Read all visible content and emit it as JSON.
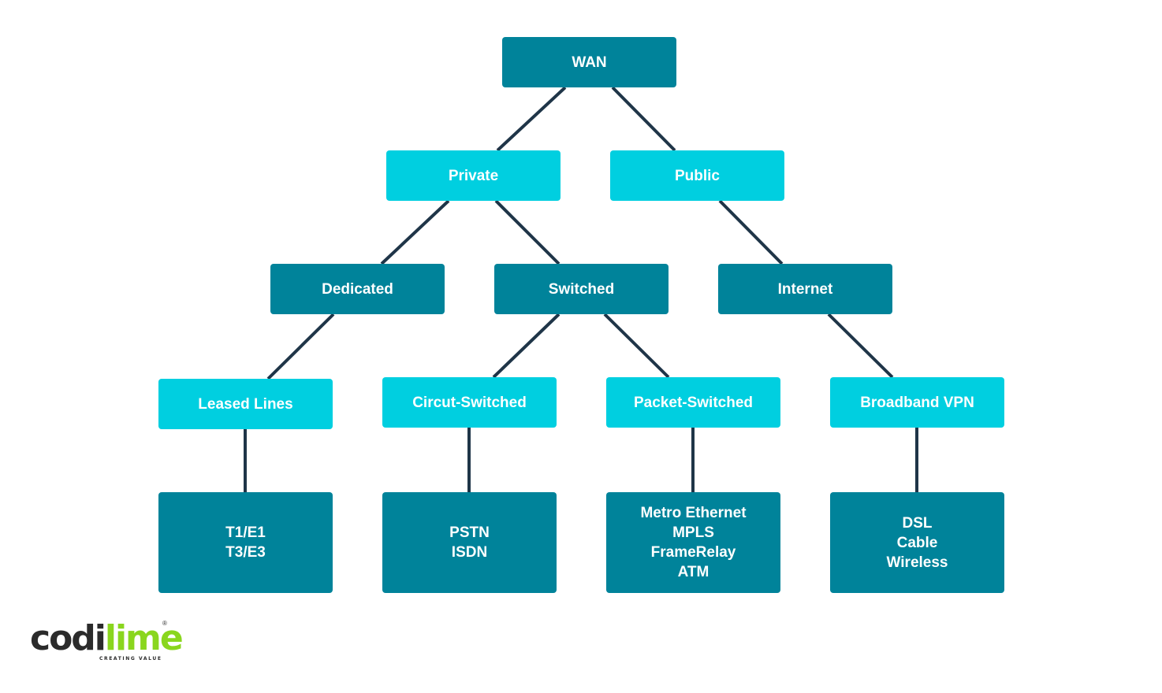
{
  "colors": {
    "dark_node": "#00839a",
    "light_node": "#00cfe0",
    "connector": "#1f3548",
    "node_text": "#ffffff",
    "logo_dark": "#2b2b2b",
    "logo_green": "#8ad61e"
  },
  "nodes": {
    "wan": "WAN",
    "private": "Private",
    "public": "Public",
    "dedicated": "Dedicated",
    "switched": "Switched",
    "internet": "Internet",
    "leased_lines": "Leased Lines",
    "circuit_switched": "Circut-Switched",
    "packet_switched": "Packet-Switched",
    "broadband_vpn": "Broadband VPN"
  },
  "leaves": {
    "leased_lines": [
      "T1/E1",
      "T3/E3"
    ],
    "circuit_switched": [
      "PSTN",
      "ISDN"
    ],
    "packet_switched": [
      "Metro Ethernet",
      "MPLS",
      "FrameRelay",
      "ATM"
    ],
    "broadband_vpn": [
      "DSL",
      "Cable",
      "Wireless"
    ]
  },
  "logo": {
    "word_dark": "codi",
    "word_green": "lime",
    "registered": "®",
    "tagline": "CREATING VALUE"
  }
}
